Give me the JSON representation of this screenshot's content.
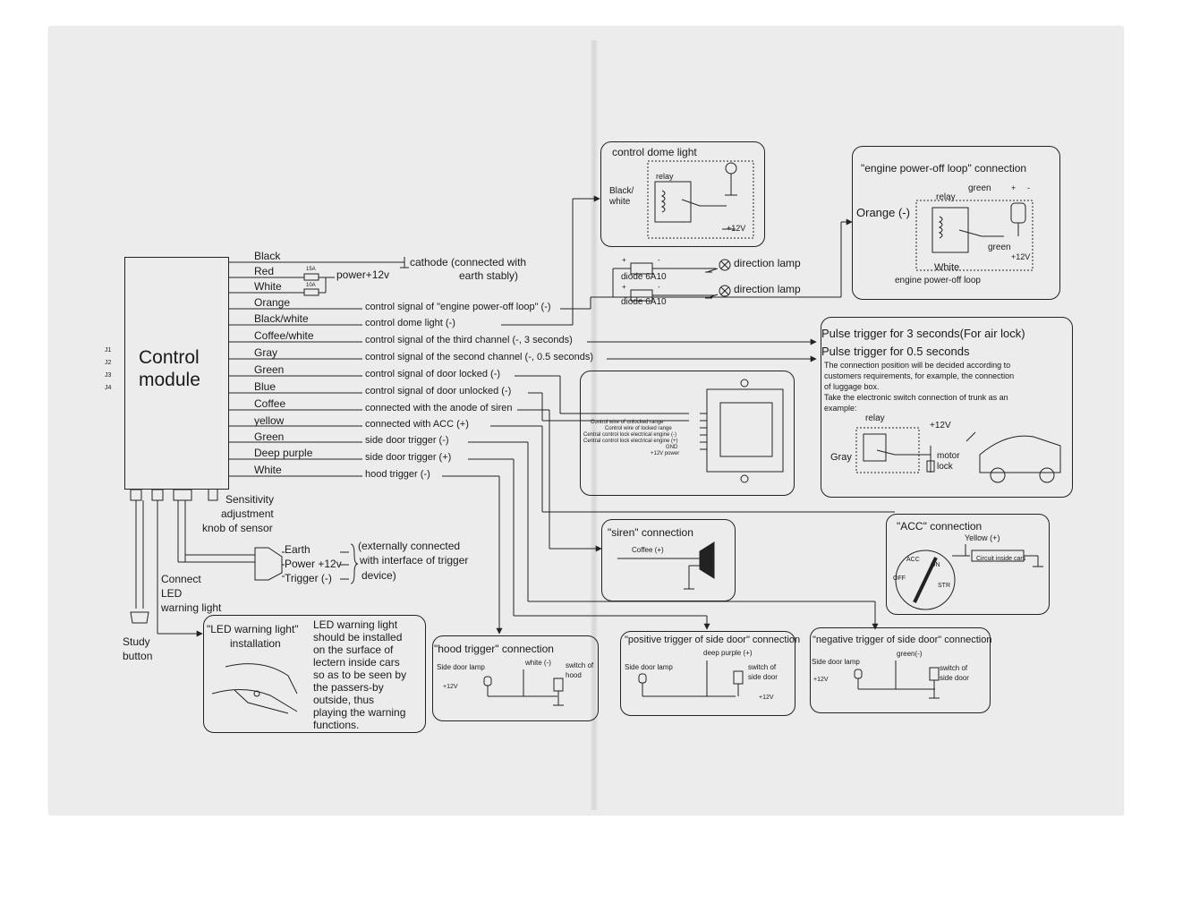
{
  "module": {
    "title_line1": "Control",
    "title_line2": "module",
    "jumpers": [
      "J1",
      "J2",
      "J3",
      "J4"
    ],
    "sensitivity": [
      "Sensitivity",
      "adjustment",
      "knob of sensor"
    ]
  },
  "wires": [
    {
      "color": "Black",
      "desc": "cathode (connected  with"
    },
    {
      "color": "Red",
      "desc": "power+12v"
    },
    {
      "color": "White",
      "desc": ""
    },
    {
      "color": "Orange",
      "desc": "control signal of \"engine power-off loop\" (-)"
    },
    {
      "color": "Black/white",
      "desc": "control dome light (-)"
    },
    {
      "color": "Coffee/white",
      "desc": "control signal of the third channel (-, 3 seconds)"
    },
    {
      "color": "Gray",
      "desc": "control signal of the second channel (-, 0.5 seconds)"
    },
    {
      "color": "Green",
      "desc": "control signal of door locked (-)"
    },
    {
      "color": "Blue",
      "desc": "control signal of door unlocked (-)"
    },
    {
      "color": "Coffee",
      "desc": "connected with the anode of siren"
    },
    {
      "color": "yellow",
      "desc": "connected with ACC (+)"
    },
    {
      "color": "Green",
      "desc": "side door trigger (-)"
    },
    {
      "color": "Deep purple",
      "desc": "side door trigger (+)"
    },
    {
      "color": "White",
      "desc": "hood trigger (-)"
    }
  ],
  "cathode_line2": "earth stably)",
  "fuses": [
    "15A",
    "10A"
  ],
  "direction": {
    "diode": "diode 6A10",
    "lamp": "direction lamp",
    "plus": "+",
    "minus": "-"
  },
  "dome": {
    "title": "control dome light",
    "relay": "relay",
    "wire1": "Black/",
    "wire2": "white",
    "v12": "+12V"
  },
  "engine": {
    "title": "\"engine power-off loop\" connection",
    "orange": "Orange (-)",
    "relay": "relay",
    "green1": "green",
    "green2": "green",
    "v12": "+12V",
    "white": "White",
    "caption": "engine power-off loop",
    "plus": "+",
    "minus": "-"
  },
  "pulse": {
    "line1": "Pulse trigger for 3 seconds(For air lock)",
    "line2": "Pulse trigger for 0.5 seconds",
    "text": [
      "The connection position will be decided according to",
      "customers requirements, for example, the connection",
      "of luggage box.",
      "Take the electronic switch connection of trunk as an",
      "example:"
    ],
    "relay": "relay",
    "v12": "+12V",
    "gray": "Gray",
    "motor1": "motor",
    "motor2": "lock"
  },
  "lockbox": {
    "labels": [
      "Control wire of unlocked range",
      "Control wire of locked range",
      "Central control lock electrical engine (-)",
      "Central control lock electrical engine (+)",
      "GND",
      "+12V power"
    ]
  },
  "siren": {
    "title": "\"siren\" connection",
    "wire": "Coffee (+)"
  },
  "acc": {
    "title": "\"ACC\" connection",
    "wire": "Yellow (+)",
    "circuit": "Circuit inside cars",
    "positions": [
      "ACC",
      "ON",
      "OFF",
      "STR"
    ]
  },
  "trigger_conn": {
    "earth": "Earth",
    "power": "Power +12v",
    "trigger": "Trigger (-)",
    "note": [
      "(externally connected",
      "with interface of trigger",
      "device)"
    ]
  },
  "led": {
    "connect": [
      "Connect",
      "LED",
      "warning light"
    ],
    "study": [
      "Study",
      "button"
    ],
    "title1": "\"LED warning light\"",
    "title2": "installation",
    "desc": [
      "LED warning light",
      "should be installed",
      "on the surface of",
      "lectern inside cars",
      "so as to be seen by",
      "the passers-by",
      "outside, thus",
      "playing the warning",
      "functions."
    ]
  },
  "hood": {
    "title": "\"hood trigger\" connection",
    "lamp": "Side door lamp",
    "wire": "white (-)",
    "switch1": "switch of",
    "switch2": "hood",
    "v12": "+12V"
  },
  "pos_side": {
    "title": "\"positive trigger of side door\" connection",
    "lamp": "Side door lamp",
    "wire": "deep purple (+)",
    "switch1": "switch of",
    "switch2": "side door",
    "v12": "+12V"
  },
  "neg_side": {
    "title": "\"negative trigger of side door\" connection",
    "lamp": "Side door lamp",
    "wire": "green(-)",
    "switch1": "switch of",
    "switch2": "side door",
    "v12": "+12V"
  }
}
